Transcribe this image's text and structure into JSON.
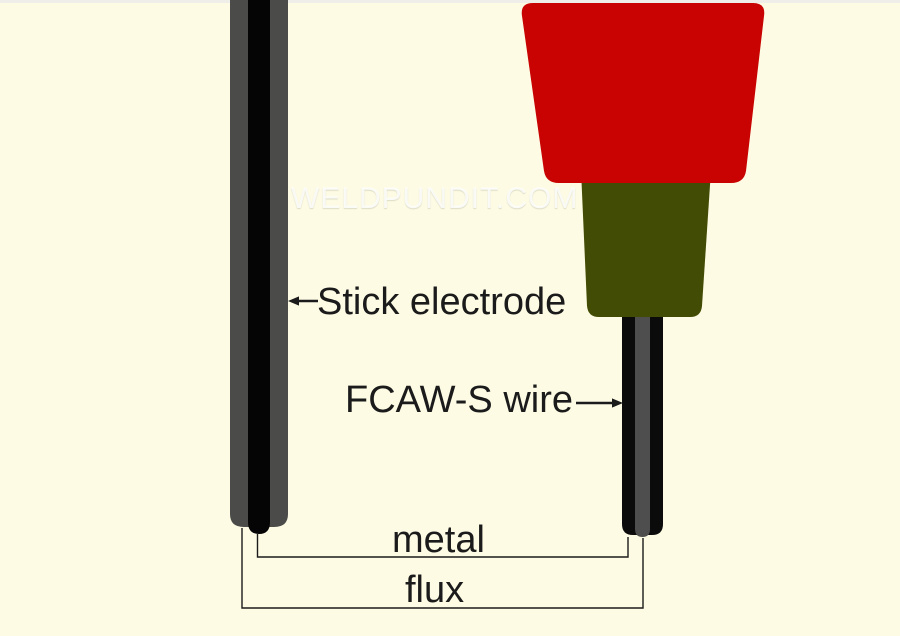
{
  "figure": {
    "type": "diagram",
    "subject": "Stick electrode vs FCAW-S wire construction comparison",
    "watermark": "WELDPUNDIT.COM",
    "labels": {
      "stick_electrode": "Stick electrode",
      "fcaw_wire": "FCAW-S wire",
      "metal": "metal",
      "flux": "flux"
    },
    "colors": {
      "background": "#FDFBE4",
      "nozzle_red": "#C80301",
      "nozzle_olive": "#434C04",
      "stick_coating_gray": "#4B4B49",
      "stick_core_black": "#050505",
      "wire_sheath_black": "#0B0B0B",
      "wire_core_gray": "#4E4E4E",
      "line_black": "#1B1B1B"
    }
  }
}
